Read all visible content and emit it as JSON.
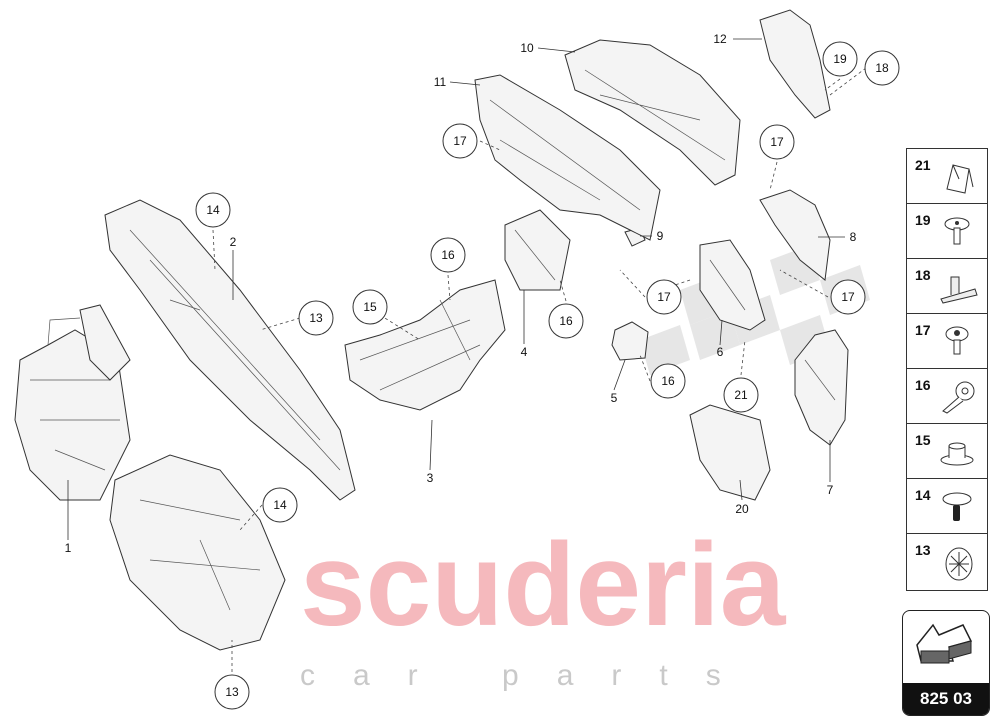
{
  "watermark": {
    "brand": "scuderia",
    "sub": "car parts"
  },
  "callouts": {
    "circled": [
      "14",
      "13",
      "14",
      "13",
      "16",
      "15",
      "16",
      "17",
      "17",
      "19",
      "18",
      "17",
      "17",
      "16",
      "21"
    ],
    "plain": [
      "1",
      "2",
      "3",
      "4",
      "5",
      "6",
      "7",
      "8",
      "9",
      "10",
      "11",
      "12",
      "20"
    ]
  },
  "legend": {
    "items": [
      {
        "number": "21",
        "icon": "spring-clip-icon"
      },
      {
        "number": "19",
        "icon": "screw-icon"
      },
      {
        "number": "18",
        "icon": "clip-icon"
      },
      {
        "number": "17",
        "icon": "flange-screw-icon"
      },
      {
        "number": "16",
        "icon": "torx-bolt-icon"
      },
      {
        "number": "15",
        "icon": "flange-nut-icon"
      },
      {
        "number": "14",
        "icon": "expanding-rivet-icon"
      },
      {
        "number": "13",
        "icon": "speed-nut-icon"
      }
    ]
  },
  "navigation": {
    "diagram_number": "825 03",
    "icon": "arrow-back-icon"
  }
}
